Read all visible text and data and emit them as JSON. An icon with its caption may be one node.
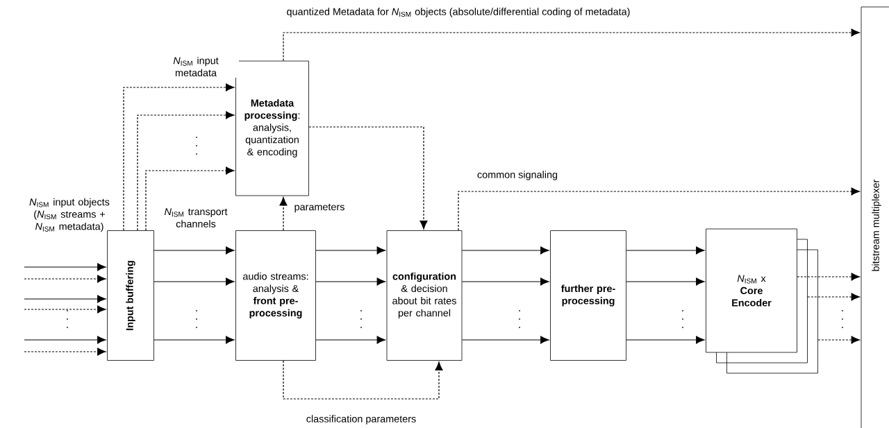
{
  "diagram": {
    "nodes": [
      {
        "text": [
          "Input buffering"
        ]
      },
      {
        "text": [
          "**Metadata processing**: analysis, quantization & encoding"
        ]
      },
      {
        "text": [
          "audio streams: analysis & **front pre-processing**"
        ]
      },
      {
        "text": [
          "**configuration** & decision about bit rates per channel"
        ]
      },
      {
        "text": [
          "further pre-processing"
        ]
      },
      {
        "text": [
          "*N*$_{ISM}$ x **Core Encoder**"
        ]
      },
      {
        "text": [
          "bitstream multiplexer"
        ]
      }
    ],
    "edges": [
      {
        "from": null,
        "to": 0,
        "arrow": "to"
      },
      {
        "from": null,
        "to": 0,
        "arrow": "to",
        "style": "dashed"
      },
      {
        "from": null,
        "to": 0,
        "arrow": "to"
      },
      {
        "from": null,
        "to": 0,
        "arrow": "to",
        "style": "dashed"
      },
      {
        "from": null,
        "to": 0,
        "arrow": "to"
      },
      {
        "from": null,
        "to": 0,
        "arrow": "to",
        "style": "dashed"
      },
      {
        "from": 0,
        "to": 1,
        "arrow": "to",
        "style": "dashed",
        "label": "*N*$_{ISM}$ input metadata"
      },
      {
        "from": 0,
        "to": 1,
        "arrow": "to",
        "style": "dashed"
      },
      {
        "from": 0,
        "to": 1,
        "arrow": "to",
        "style": "dashed"
      },
      {
        "from": 0,
        "to": 2,
        "arrow": "to",
        "label": "*N*$_{ISM}$ transport channels"
      },
      {
        "from": 0,
        "to": 2,
        "arrow": "to"
      },
      {
        "from": 0,
        "to": 2,
        "arrow": "to"
      },
      {
        "from": 2,
        "to": 1,
        "arrow": "to",
        "style": "dashed",
        "label": "parameters"
      },
      {
        "from": 1,
        "to": 3,
        "arrow": "to",
        "style": "dashed"
      },
      {
        "from": 2,
        "to": 3,
        "arrow": "to"
      },
      {
        "from": 2,
        "to": 3,
        "arrow": "to"
      },
      {
        "from": 2,
        "to": 3,
        "arrow": "to"
      },
      {
        "from": 2,
        "to": 3,
        "arrow": "to",
        "style": "dashed",
        "label": "classification parameters"
      },
      {
        "from": 3,
        "to": 4,
        "arrow": "to"
      },
      {
        "from": 3,
        "to": 4,
        "arrow": "to"
      },
      {
        "from": 3,
        "to": 4,
        "arrow": "to"
      },
      {
        "from": 3,
        "to": 6,
        "arrow": "to",
        "style": "dashed",
        "label": "common signaling"
      },
      {
        "from": 1,
        "to": 6,
        "arrow": "to",
        "style": "dashed",
        "label": "quantized Metadata for *N*$_{ISM}$ objects (absolute/differential coding of metadata)"
      },
      {
        "from": 4,
        "to": 5,
        "arrow": "to"
      },
      {
        "from": 4,
        "to": 5,
        "arrow": "to"
      },
      {
        "from": 4,
        "to": 5,
        "arrow": "to"
      },
      {
        "from": 5,
        "to": 6,
        "arrow": "to",
        "style": "dashed"
      },
      {
        "from": 5,
        "to": 6,
        "arrow": "to",
        "style": "dashed"
      },
      {
        "from": 5,
        "to": 6,
        "arrow": "to",
        "style": "dashed"
      }
    ],
    "labels": [
      "*N*$_{ISM}$ input objects (*N*$_{ISM}$ streams + *N*$_{ISM}$ metadata)"
    ]
  }
}
